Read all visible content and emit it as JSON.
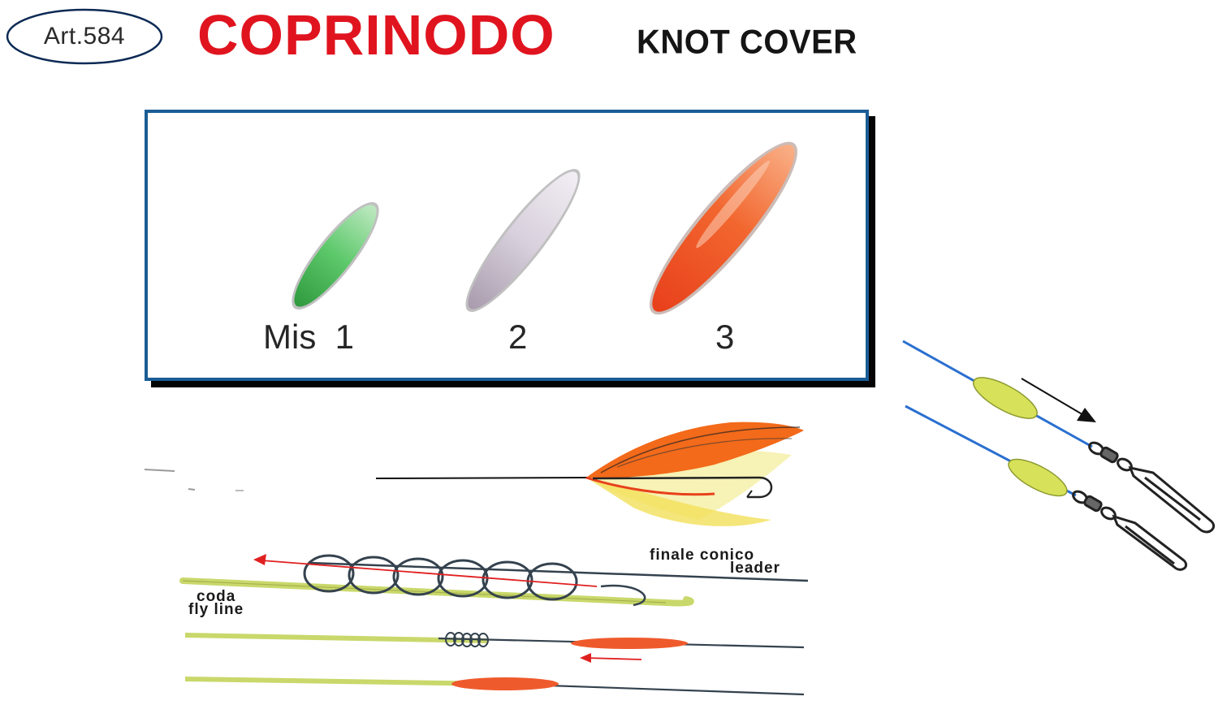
{
  "header": {
    "article_code": "Art.584",
    "title": "COPRINODO",
    "subtitle": "KNOT COVER"
  },
  "sizes": [
    {
      "label": "Mis  1",
      "color": "#3cab4a"
    },
    {
      "label": "2",
      "color": "#c9bfd0"
    },
    {
      "label": "3",
      "color": "#f04a18"
    }
  ],
  "diagram": {
    "tippet_label_it": "finale conico",
    "tippet_label_en": "leader",
    "fly_line_label_it": "coda",
    "fly_line_label_en": "fly line"
  },
  "colors": {
    "title_red": "#e0141f",
    "panel_border": "#1b5d96",
    "fly_line": "#c9d86a",
    "cover_orange": "#ef5a2c",
    "arrow_red": "#e02020",
    "swivel_line_blue": "#2a6fd0",
    "swivel_cover_yellow": "#d7e25a"
  },
  "icons": [
    "salmon-fly-icon",
    "snap-swivel-icon",
    "knot-coils-icon"
  ]
}
